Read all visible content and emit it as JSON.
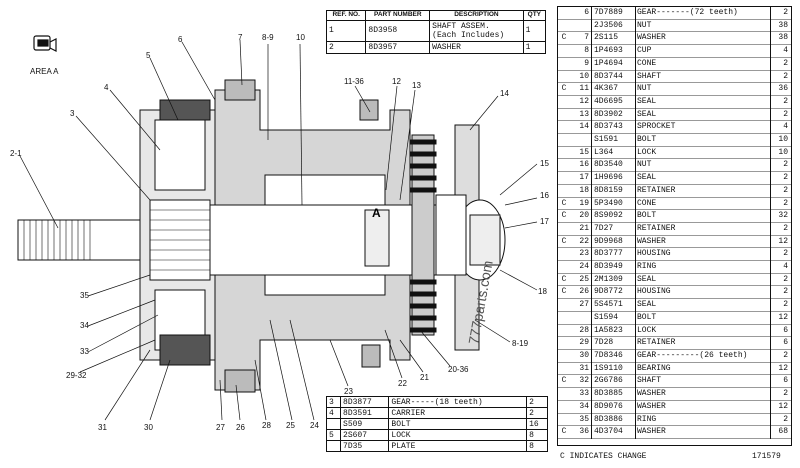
{
  "area_label": "AREA A",
  "section_letter": "A",
  "watermark": "777parts.com",
  "callouts": [
    "2-1",
    "3",
    "4",
    "5",
    "6",
    "7",
    "8-9",
    "10",
    "11-36",
    "12",
    "13",
    "14",
    "15",
    "16",
    "17",
    "18",
    "8-19",
    "20-36",
    "21",
    "22",
    "23",
    "24",
    "25",
    "26",
    "27",
    "28",
    "29-32",
    "30",
    "31",
    "33",
    "34",
    "35"
  ],
  "top_table": {
    "headers": [
      "REF. NO.",
      "PART NUMBER",
      "DESCRIPTION",
      "QTY"
    ],
    "rows": [
      {
        "ref": "1",
        "pn": "8D3958",
        "desc": "SHAFT ASSEM.",
        "desc2": "(Each Includes)",
        "qty": "1"
      },
      {
        "ref": "2",
        "pn": "8D3957",
        "desc": "WASHER",
        "qty": "1"
      }
    ]
  },
  "bottom_table": {
    "rows": [
      {
        "ref": "3",
        "pn": "8D3877",
        "desc": "GEAR-----(18 teeth)",
        "qty": "2"
      },
      {
        "ref": "4",
        "pn": "8D3591",
        "desc": "CARRIER",
        "qty": "2"
      },
      {
        "ref": "",
        "pn": "S509",
        "desc": "BOLT",
        "qty": "16"
      },
      {
        "ref": "5",
        "pn": "2S607",
        "desc": "LOCK",
        "qty": "8"
      },
      {
        "ref": "",
        "pn": "7D35",
        "desc": "PLATE",
        "qty": "8"
      }
    ]
  },
  "parts": [
    {
      "c": "",
      "ref": "6",
      "pn": "7D7889",
      "desc": "GEAR-------(72 teeth)",
      "qty": "2"
    },
    {
      "c": "",
      "ref": "",
      "pn": "2J3506",
      "desc": "NUT",
      "qty": "38"
    },
    {
      "c": "C",
      "ref": "7",
      "pn": "2S115",
      "desc": "WASHER",
      "qty": "38"
    },
    {
      "c": "",
      "ref": "8",
      "pn": "1P4693",
      "desc": "CUP",
      "qty": "4"
    },
    {
      "c": "",
      "ref": "9",
      "pn": "1P4694",
      "desc": "CONE",
      "qty": "2"
    },
    {
      "c": "",
      "ref": "10",
      "pn": "8D3744",
      "desc": "SHAFT",
      "qty": "2"
    },
    {
      "c": "C",
      "ref": "11",
      "pn": "4K367",
      "desc": "NUT",
      "qty": "36"
    },
    {
      "c": "",
      "ref": "12",
      "pn": "4D6695",
      "desc": "SEAL",
      "qty": "2"
    },
    {
      "c": "",
      "ref": "13",
      "pn": "8D3902",
      "desc": "SEAL",
      "qty": "2"
    },
    {
      "c": "",
      "ref": "14",
      "pn": "8D3743",
      "desc": "SPROCKET",
      "qty": "4"
    },
    {
      "c": "",
      "ref": "",
      "pn": "S1591",
      "desc": "BOLT",
      "qty": "10"
    },
    {
      "c": "",
      "ref": "15",
      "pn": "L364",
      "desc": "LOCK",
      "qty": "10"
    },
    {
      "c": "",
      "ref": "16",
      "pn": "8D3540",
      "desc": "NUT",
      "qty": "2"
    },
    {
      "c": "",
      "ref": "17",
      "pn": "1H9696",
      "desc": "SEAL",
      "qty": "2"
    },
    {
      "c": "",
      "ref": "18",
      "pn": "8D8159",
      "desc": "RETAINER",
      "qty": "2"
    },
    {
      "c": "C",
      "ref": "19",
      "pn": "5P3490",
      "desc": "CONE",
      "qty": "2"
    },
    {
      "c": "C",
      "ref": "20",
      "pn": "8S9092",
      "desc": "BOLT",
      "qty": "32"
    },
    {
      "c": "",
      "ref": "21",
      "pn": "7D27",
      "desc": "RETAINER",
      "qty": "2"
    },
    {
      "c": "C",
      "ref": "22",
      "pn": "9D9968",
      "desc": "WASHER",
      "qty": "12"
    },
    {
      "c": "",
      "ref": "23",
      "pn": "8D3777",
      "desc": "HOUSING",
      "qty": "2"
    },
    {
      "c": "",
      "ref": "24",
      "pn": "8D3949",
      "desc": "RING",
      "qty": "4"
    },
    {
      "c": "C",
      "ref": "25",
      "pn": "2M1309",
      "desc": "SEAL",
      "qty": "2"
    },
    {
      "c": "C",
      "ref": "26",
      "pn": "9D8772",
      "desc": "HOUSING",
      "qty": "2"
    },
    {
      "c": "",
      "ref": "27",
      "pn": "5S4571",
      "desc": "SEAL",
      "qty": "2"
    },
    {
      "c": "",
      "ref": "",
      "pn": "S1594",
      "desc": "BOLT",
      "qty": "12"
    },
    {
      "c": "",
      "ref": "28",
      "pn": "1A5823",
      "desc": "LOCK",
      "qty": "6"
    },
    {
      "c": "",
      "ref": "29",
      "pn": "7D28",
      "desc": "RETAINER",
      "qty": "6"
    },
    {
      "c": "",
      "ref": "30",
      "pn": "7D8346",
      "desc": "GEAR---------(26 teeth)",
      "qty": "2"
    },
    {
      "c": "",
      "ref": "31",
      "pn": "1S9110",
      "desc": "BEARING",
      "qty": "12"
    },
    {
      "c": "C",
      "ref": "32",
      "pn": "2G6786",
      "desc": "SHAFT",
      "qty": "6"
    },
    {
      "c": "",
      "ref": "33",
      "pn": "8D3885",
      "desc": "WASHER",
      "qty": "2"
    },
    {
      "c": "",
      "ref": "34",
      "pn": "8D9076",
      "desc": "WASHER",
      "qty": "12"
    },
    {
      "c": "",
      "ref": "35",
      "pn": "8D3886",
      "desc": "RING",
      "qty": "2"
    },
    {
      "c": "C",
      "ref": "36",
      "pn": "4D3704",
      "desc": "WASHER",
      "qty": "68"
    }
  ],
  "footer": {
    "change_note": "C INDICATES CHANGE",
    "code": "171579"
  }
}
